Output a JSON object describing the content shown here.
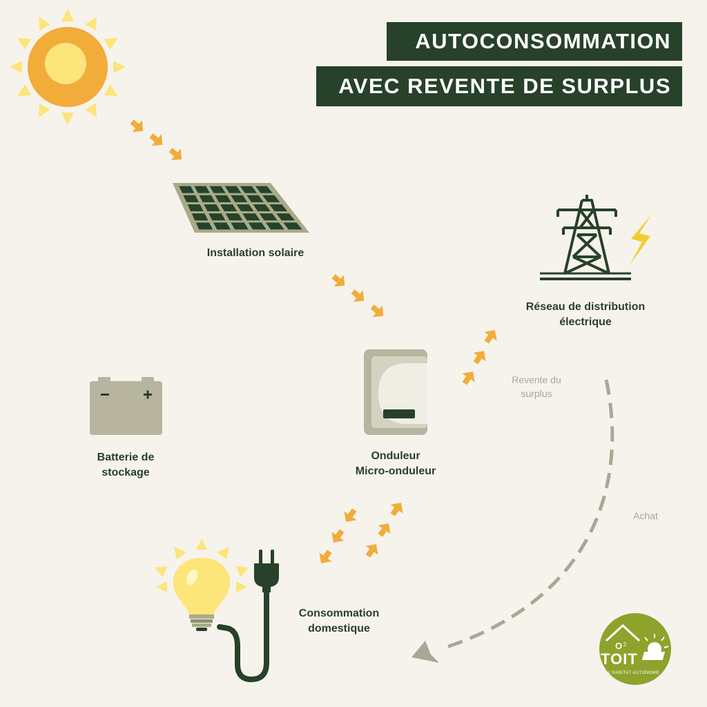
{
  "title": {
    "line1": "AUTOCONSOMMATION",
    "line2": "AVEC REVENTE DE SURPLUS"
  },
  "nodes": {
    "solar": "Installation solaire",
    "grid": {
      "line1": "Réseau de distribution",
      "line2": "électrique"
    },
    "battery": {
      "line1": "Batterie de",
      "line2": "stockage"
    },
    "inverter": {
      "line1": "Onduleur",
      "line2": "Micro-onduleur"
    },
    "consumption": {
      "line1": "Consommation",
      "line2": "domestique"
    }
  },
  "flows": {
    "resale": {
      "line1": "Revente du",
      "line2": "surplus"
    },
    "purchase": "Achat"
  },
  "logo": {
    "brand": "TOIT",
    "prefix": "O",
    "sub": "2",
    "tagline": "L'HABITAT AUTONOME"
  },
  "colors": {
    "dark_green": "#27412a",
    "arrow_orange": "#f2ac3a",
    "sun_orange": "#f2ac3a",
    "sun_yellow": "#fce57a",
    "logo_green": "#8da32c",
    "grey": "#b7b59f",
    "background": "#f6f3ec"
  }
}
